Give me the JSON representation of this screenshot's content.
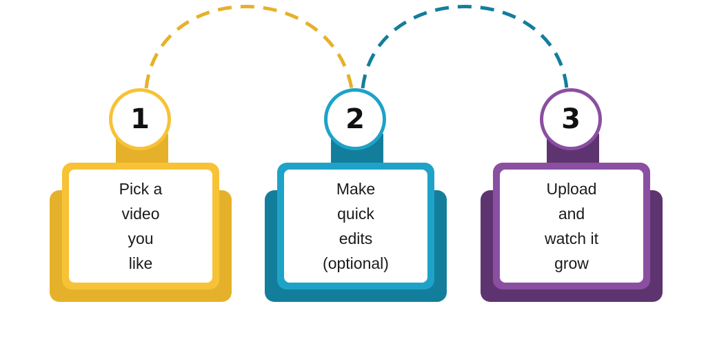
{
  "colors": {
    "step1_light": "#f7c236",
    "step1_dark": "#e6b12a",
    "step2_light": "#1ea2c8",
    "step2_dark": "#137e9b",
    "step3_light": "#8a4fa1",
    "step3_dark": "#5e3470"
  },
  "steps": [
    {
      "number": "1",
      "lines": [
        "Pick a",
        "video",
        "you",
        "like"
      ]
    },
    {
      "number": "2",
      "lines": [
        "Make",
        "quick",
        "edits",
        "(optional)"
      ]
    },
    {
      "number": "3",
      "lines": [
        "Upload",
        "and",
        "watch it",
        "grow"
      ]
    }
  ]
}
